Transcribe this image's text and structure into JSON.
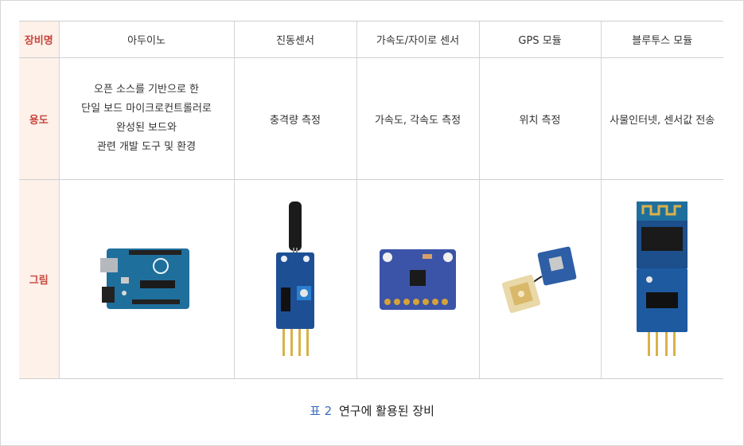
{
  "table": {
    "row_headers": [
      "장비명",
      "용도",
      "그림"
    ],
    "devices": [
      "아두이노",
      "진동센서",
      "가속도/자이로 센서",
      "GPS 모듈",
      "블루투스 모듈"
    ],
    "uses": [
      [
        "오픈 소스를 기반으로 한",
        "단일 보드 마이크로컨트롤러로",
        "완성된 보드와",
        "관련 개발 도구 및 환경"
      ],
      "충격량 측정",
      "가속도, 각속도 측정",
      "위치 측정",
      "사물인터넷, 센서값 전송"
    ],
    "images": [
      "arduino-board-image",
      "vibration-sensor-image",
      "accel-gyro-sensor-image",
      "gps-module-image",
      "bluetooth-module-image"
    ]
  },
  "caption": {
    "number": "표 2",
    "text": "연구에 활용된 장비"
  }
}
